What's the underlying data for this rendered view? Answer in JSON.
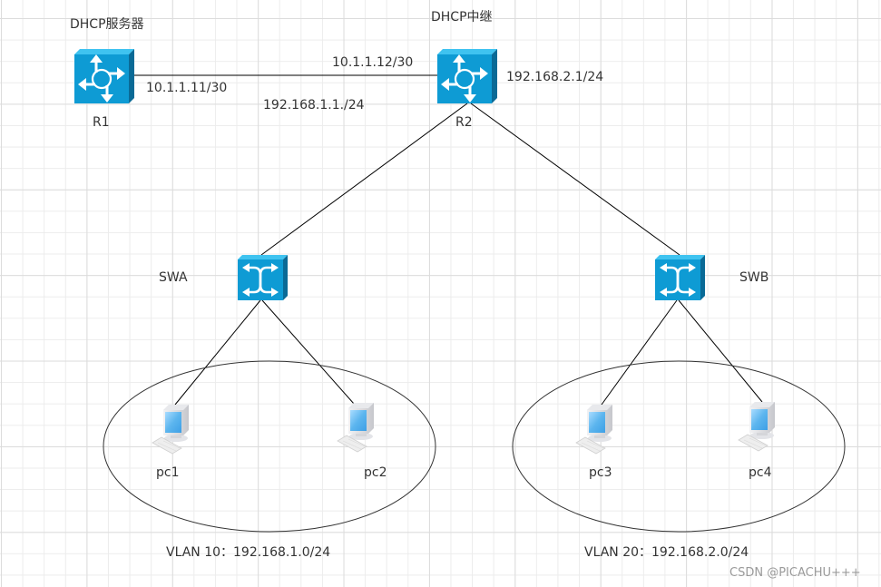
{
  "diagram": {
    "nodes": {
      "r1": {
        "name": "R1",
        "role": "DHCP服务器",
        "type": "router",
        "icon": "router-icon"
      },
      "r2": {
        "name": "R2",
        "role": "DHCP中继",
        "type": "router",
        "icon": "router-icon"
      },
      "swa": {
        "name": "SWA",
        "type": "switch",
        "icon": "switch-icon"
      },
      "swb": {
        "name": "SWB",
        "type": "switch",
        "icon": "switch-icon"
      },
      "pc1": {
        "name": "pc1",
        "type": "pc",
        "icon": "pc-icon"
      },
      "pc2": {
        "name": "pc2",
        "type": "pc",
        "icon": "pc-icon"
      },
      "pc3": {
        "name": "pc3",
        "type": "pc",
        "icon": "pc-icon"
      },
      "pc4": {
        "name": "pc4",
        "type": "pc",
        "icon": "pc-icon"
      }
    },
    "links": [
      {
        "from": "R1",
        "to": "R2",
        "from_ip": "10.1.1.11/30",
        "to_ip": "10.1.1.12/30"
      },
      {
        "from": "R2",
        "to": "SWA"
      },
      {
        "from": "R2",
        "to": "SWB"
      },
      {
        "from": "SWA",
        "to": "pc1"
      },
      {
        "from": "SWA",
        "to": "pc2"
      },
      {
        "from": "SWB",
        "to": "pc3"
      },
      {
        "from": "SWB",
        "to": "pc4"
      }
    ],
    "ip_labels": {
      "r1_link": "10.1.1.11/30",
      "r2_link": "10.1.1.12/30",
      "r2_vlan10": "192.168.1.1./24",
      "r2_vlan20": "192.168.2.1/24"
    },
    "vlans": [
      {
        "label": "VLAN 10：192.168.1.0/24",
        "members": [
          "pc1",
          "pc2"
        ]
      },
      {
        "label": "VLAN 20：192.168.2.0/24",
        "members": [
          "pc3",
          "pc4"
        ]
      }
    ],
    "colors": {
      "device_front": "#0e9bd4",
      "device_top": "#3fc3f0",
      "device_side": "#0a6a96",
      "link": "#000000",
      "text": "#333333"
    }
  },
  "watermark": "CSDN @PICACHU+++"
}
